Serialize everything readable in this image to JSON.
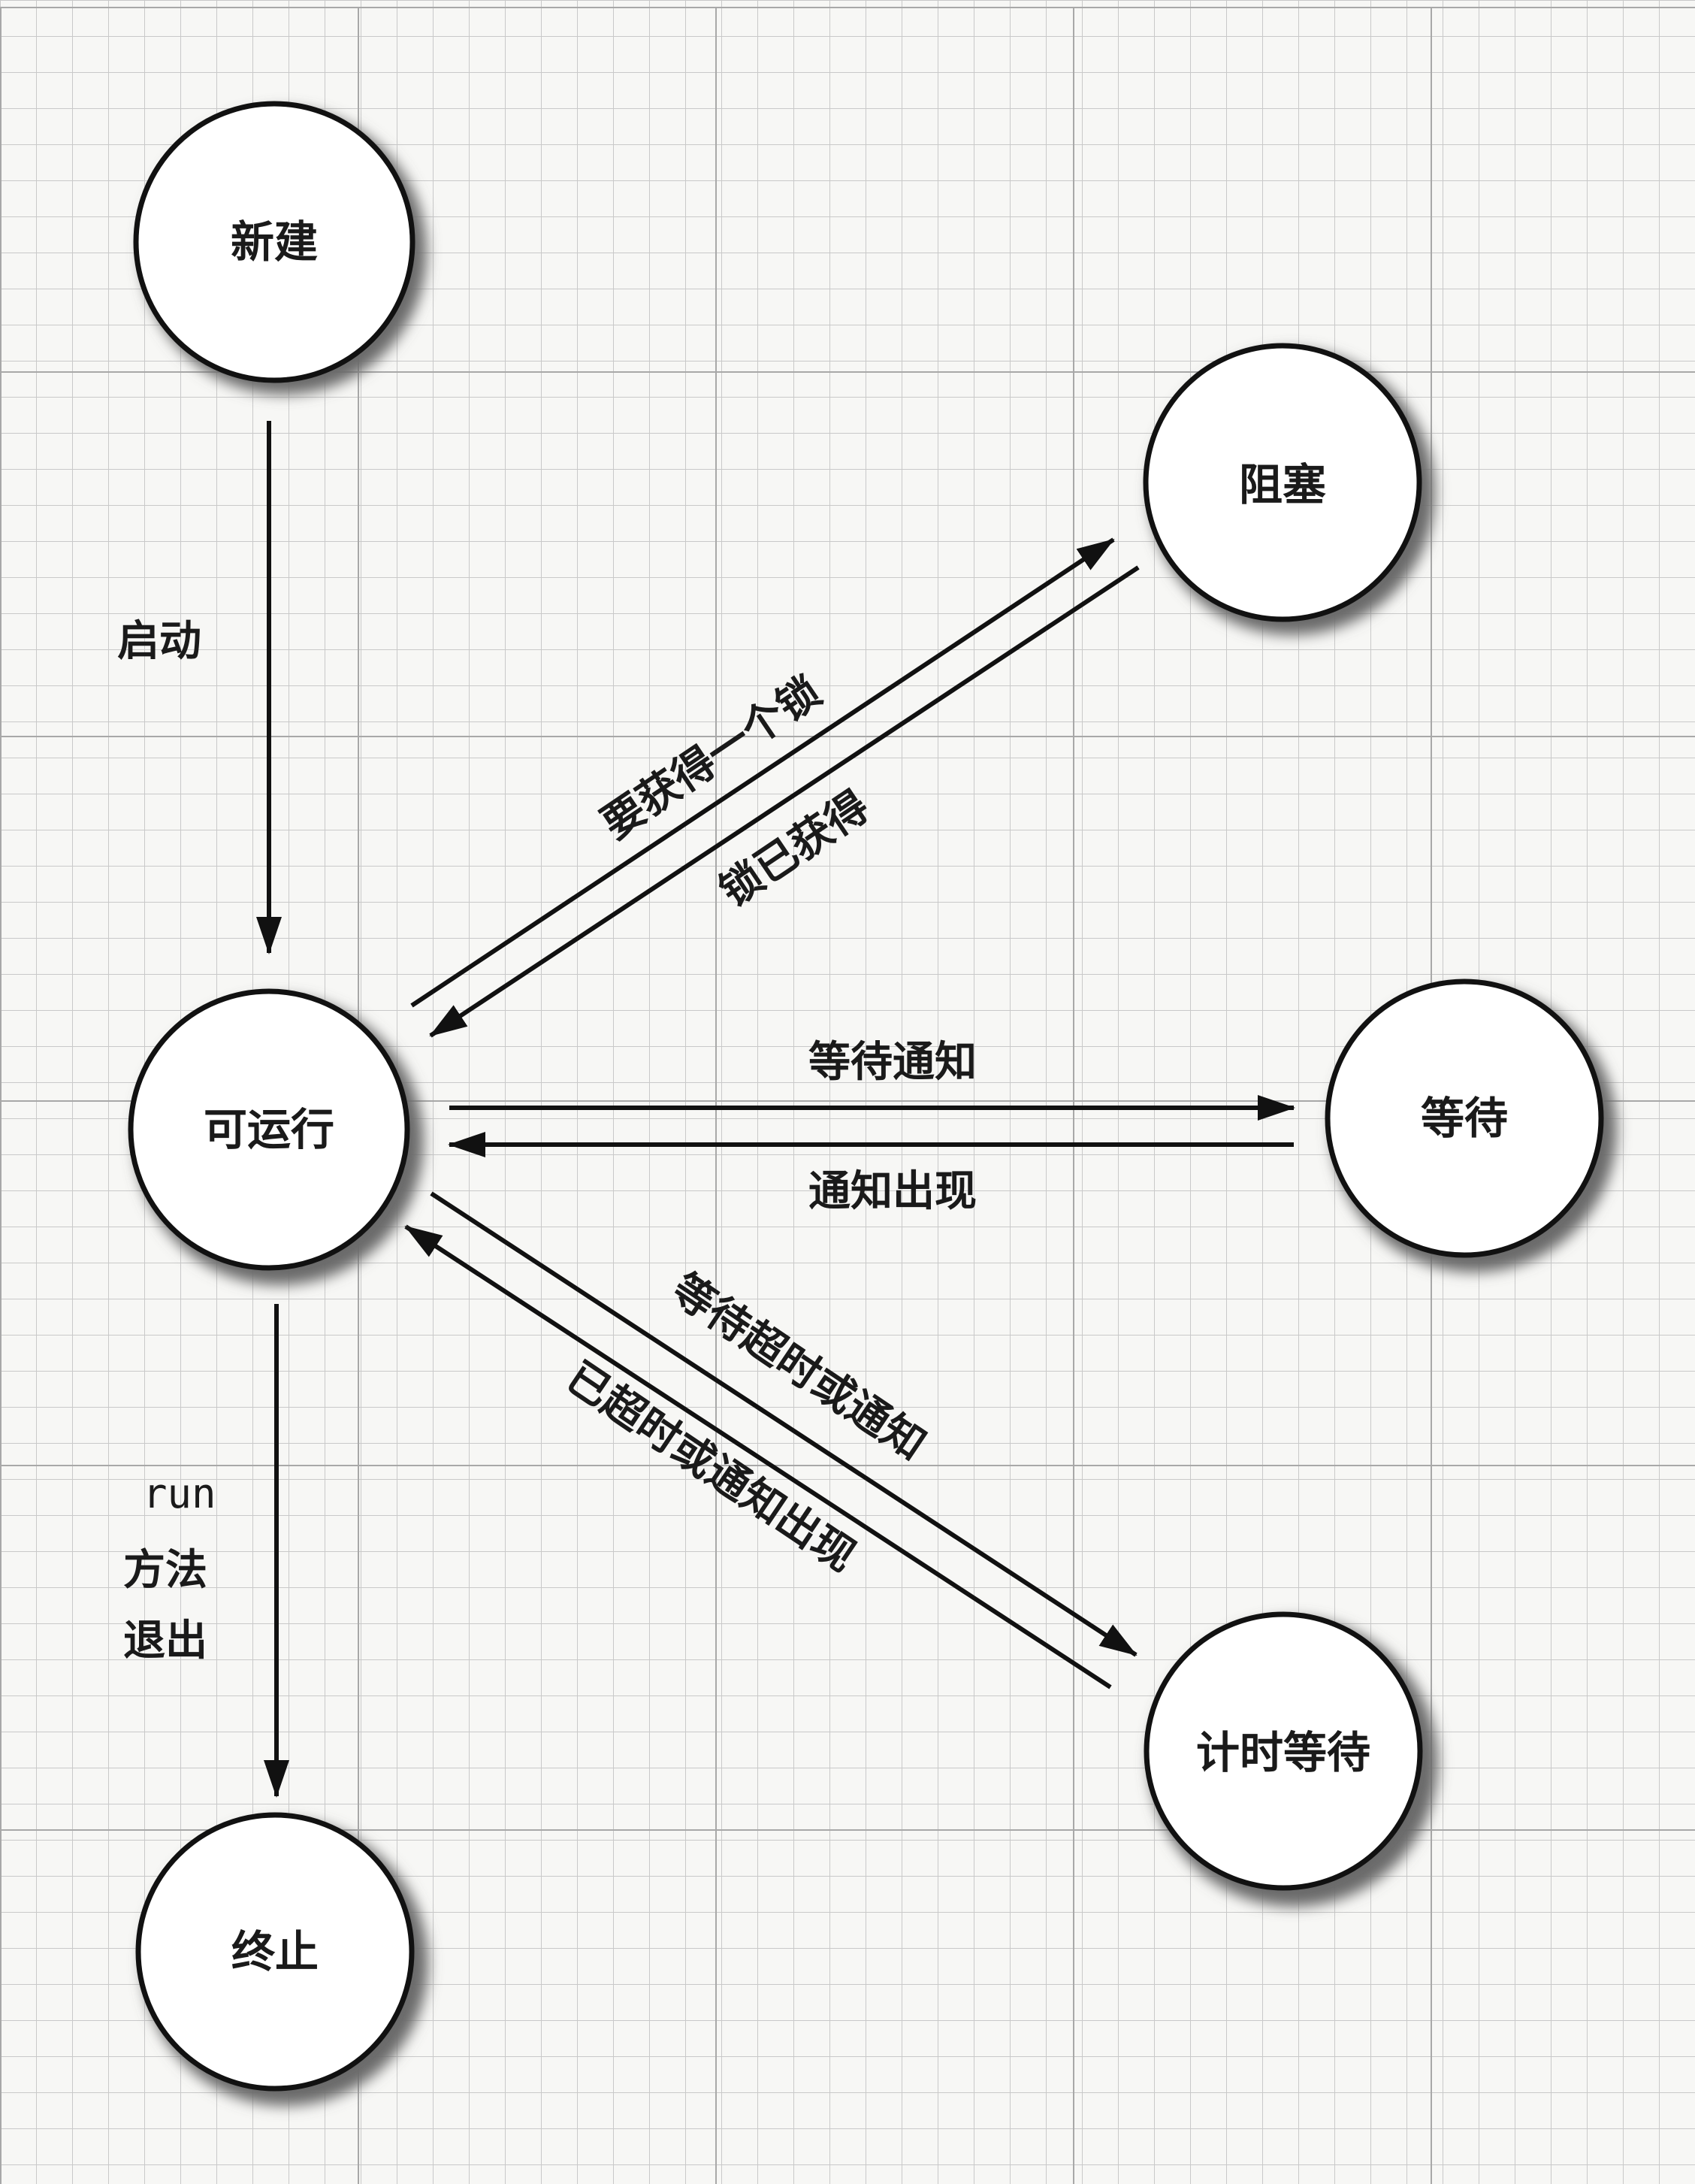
{
  "states": {
    "new": "新建",
    "runnable": "可运行",
    "blocked": "阻塞",
    "waiting": "等待",
    "timed_waiting": "计时等待",
    "terminated": "终止"
  },
  "transitions": {
    "start": "启动",
    "acquire_lock": "要获得一个锁",
    "lock_acquired": "锁已获得",
    "wait_notify": "等待通知",
    "notified": "通知出现",
    "wait_timeout": "等待超时或通知",
    "timeout_or_notified": "已超时或通知出现",
    "run_exit_1": "run",
    "run_exit_2": "方法",
    "run_exit_3": "退出"
  }
}
